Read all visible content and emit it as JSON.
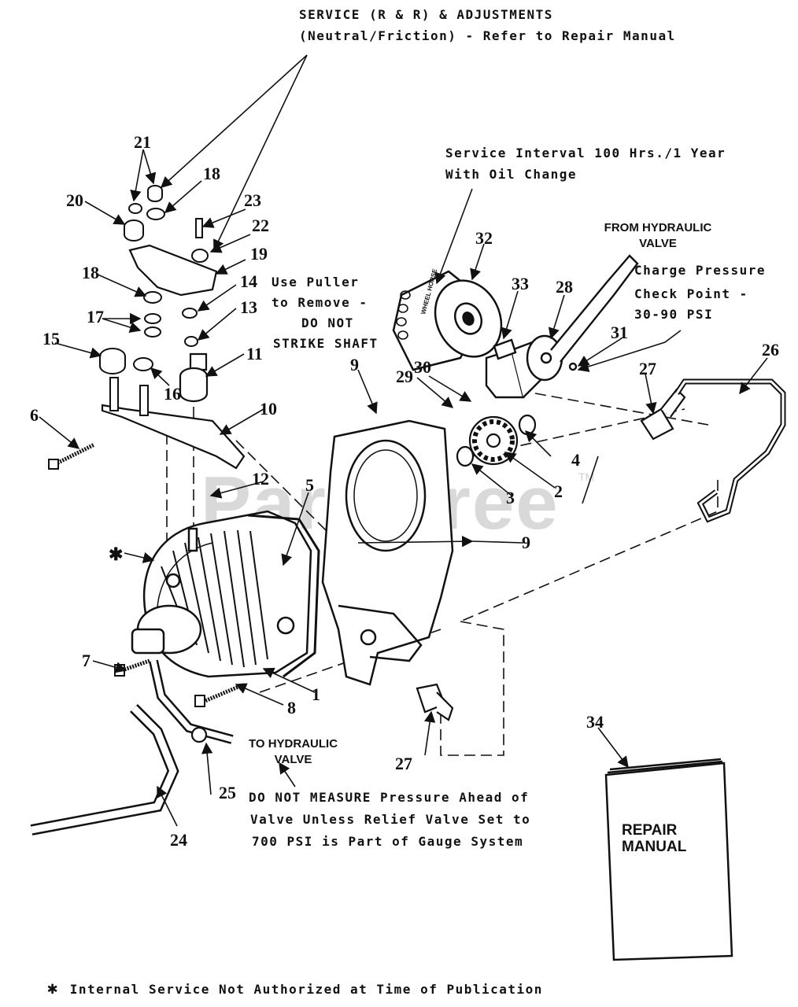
{
  "notes": {
    "service_line1": "SERVICE (R & R) & ADJUSTMENTS",
    "service_line2": "(Neutral/Friction) - Refer to Repair Manual",
    "interval_line1": "Service Interval 100 Hrs./1 Year",
    "interval_line2": "With Oil Change",
    "from_valve_line1": "FROM HYDRAULIC",
    "from_valve_line2": "VALVE",
    "charge_line1": "Charge Pressure",
    "charge_line2": "Check Point -",
    "charge_line3": "30-90 PSI",
    "puller_line1": "Use Puller",
    "puller_line2": "to Remove -",
    "puller_line3": "DO NOT",
    "puller_line4": "STRIKE SHAFT",
    "to_valve_line1": "TO HYDRAULIC",
    "to_valve_line2": "VALVE",
    "measure_line1": "DO NOT MEASURE Pressure Ahead of",
    "measure_line2": "Valve Unless Relief Valve Set to",
    "measure_line3": "700 PSI is Part of Gauge System",
    "footnote_symbol": "✱",
    "footnote_text": "Internal Service Not Authorized at Time of Publication"
  },
  "book": {
    "line1": "REPAIR",
    "line2": "MANUAL"
  },
  "filter_label": "WHEEL HORSE",
  "watermark": {
    "text": "PartsTree",
    "tm": "TM"
  },
  "callouts": {
    "c1": "1",
    "c2": "2",
    "c3": "3",
    "c4": "4",
    "c5": "5",
    "c6": "6",
    "c7": "7",
    "c8": "8",
    "c9a": "9",
    "c9b": "9",
    "c10": "10",
    "c11": "11",
    "c12": "12",
    "c13": "13",
    "c14": "14",
    "c15": "15",
    "c16": "16",
    "c17": "17",
    "c18a": "18",
    "c18b": "18",
    "c19": "19",
    "c20": "20",
    "c21": "21",
    "c22": "22",
    "c23": "23",
    "c24": "24",
    "c25": "25",
    "c26": "26",
    "c27a": "27",
    "c27b": "27",
    "c28": "28",
    "c29": "29",
    "c30": "30",
    "c31": "31",
    "c32": "32",
    "c33": "33",
    "c34": "34",
    "star": "✱"
  }
}
